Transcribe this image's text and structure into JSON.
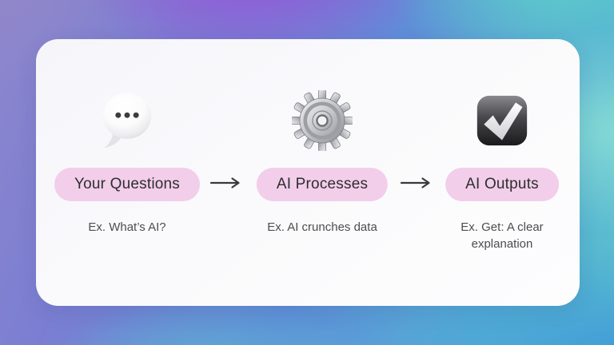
{
  "flow": {
    "steps": [
      {
        "name": "your-questions",
        "icon": "speech-balloon",
        "label": "Your Questions",
        "example": "Ex. What’s AI?"
      },
      {
        "name": "ai-processes",
        "icon": "gear",
        "label": "AI Processes",
        "example": "Ex. AI crunches data"
      },
      {
        "name": "ai-outputs",
        "icon": "check-mark-button",
        "label": "AI Outputs",
        "example": "Ex. Get: A clear explanation"
      }
    ],
    "connector_symbol": "→"
  },
  "colors": {
    "pill_background": "#F2CEEA",
    "pill_text": "#2E2E30",
    "caption_text": "#4D4D4F",
    "arrow": "#3A3A3C",
    "card_background": "#FAFAFC",
    "bg_muted_purple": "#9287C8",
    "bg_violet": "#9C4ED8",
    "bg_blue": "#5F8DD8",
    "bg_teal": "#85DBD4",
    "bg_bottom_blue": "#3D95DA"
  }
}
